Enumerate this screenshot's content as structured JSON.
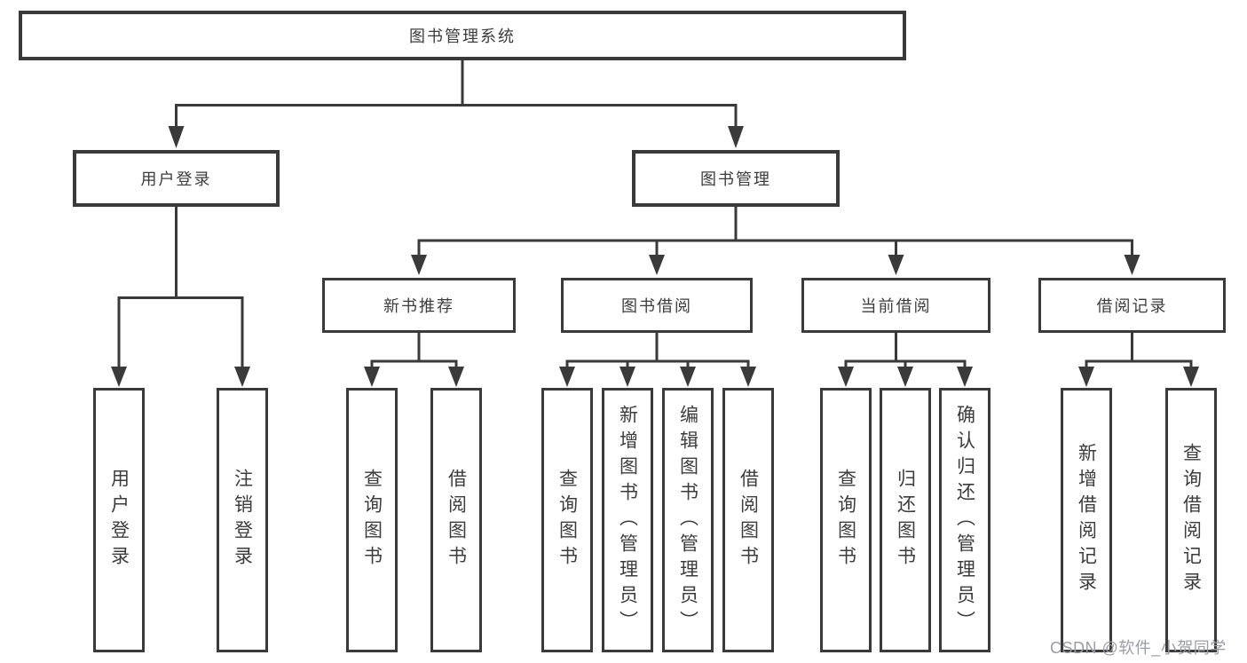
{
  "diagram": {
    "type": "tree-structure-chart",
    "colors": {
      "line": "#3a3a3a",
      "box_border": "#3a3a3a",
      "text": "#3c3c3c",
      "background": "#ffffff",
      "watermark": "#9c9ca8"
    },
    "tree": {
      "label": "图书管理系统",
      "children": [
        {
          "label": "用户登录",
          "children": [
            {
              "label": "用户登录"
            },
            {
              "label": "注销登录"
            }
          ]
        },
        {
          "label": "图书管理",
          "children": [
            {
              "label": "新书推荐",
              "children": [
                {
                  "label": "查询图书"
                },
                {
                  "label": "借阅图书"
                }
              ]
            },
            {
              "label": "图书借阅",
              "children": [
                {
                  "label": "查询图书"
                },
                {
                  "label": "新增图书（管理员）"
                },
                {
                  "label": "编辑图书（管理员）"
                },
                {
                  "label": "借阅图书"
                }
              ]
            },
            {
              "label": "当前借阅",
              "children": [
                {
                  "label": "查询图书"
                },
                {
                  "label": "归还图书"
                },
                {
                  "label": "确认归还（管理员）"
                }
              ]
            },
            {
              "label": "借阅记录",
              "children": [
                {
                  "label": "新增借阅记录"
                },
                {
                  "label": "查询借阅记录"
                }
              ]
            }
          ]
        }
      ]
    }
  },
  "watermark": {
    "text": "CSDN @软件_小贺同学"
  }
}
